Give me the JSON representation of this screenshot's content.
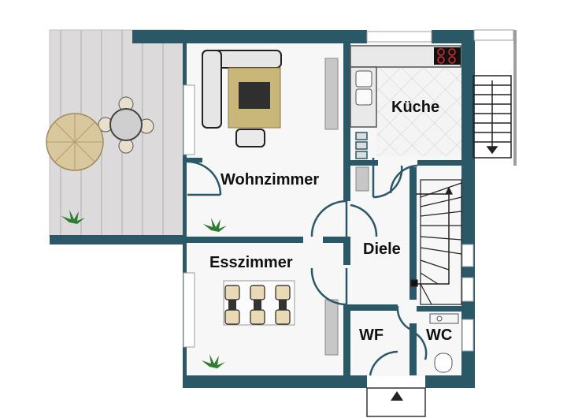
{
  "rooms": {
    "kueche": "Küche",
    "wohnzimmer": "Wohnzimmer",
    "esszimmer": "Esszimmer",
    "diele": "Diele",
    "wf": "WF",
    "wc": "WC"
  },
  "colors": {
    "wall": "#2b5866",
    "wall_light": "#3d6d7b",
    "floor": "#f7f7f7",
    "terrace": "#d7d5d6",
    "kitchen_tile": "#ececec",
    "entrance_arrow": "#222222",
    "plant": "#2e7d32"
  },
  "icons": {
    "stove": "stove-icon",
    "sink": "sink-icon",
    "sofa": "sofa-icon",
    "dining_table": "dining-table-icon",
    "patio_table": "patio-table-icon",
    "umbrella": "umbrella-icon",
    "plant": "plant-icon",
    "toilet": "toilet-icon",
    "stairs": "stairs-icon",
    "entrance": "entrance-arrow-icon"
  }
}
